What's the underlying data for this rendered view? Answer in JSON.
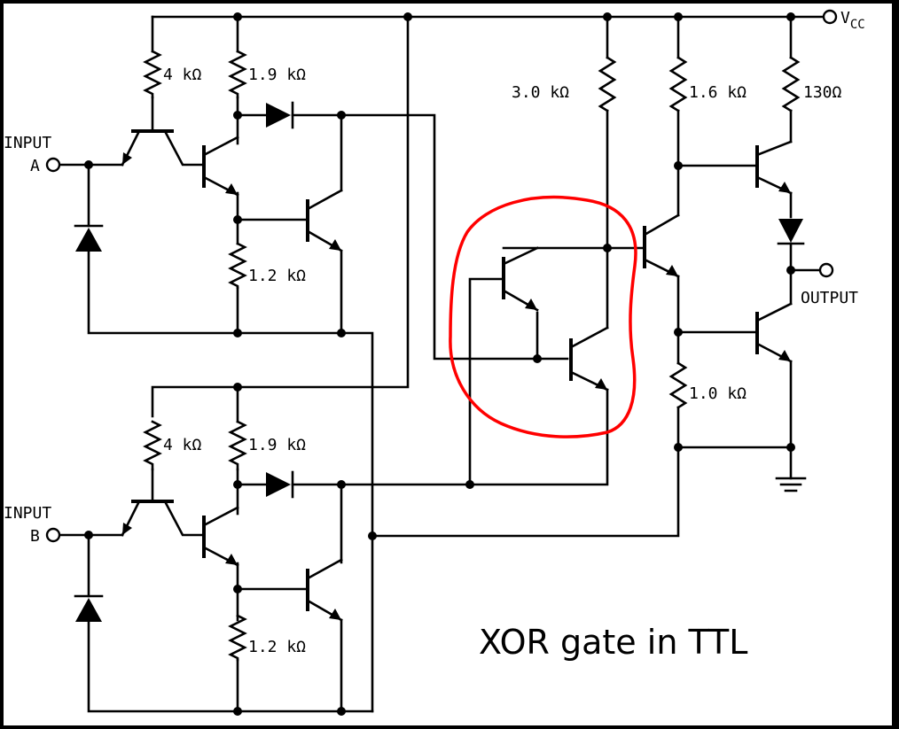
{
  "title": "XOR gate in TTL",
  "labels": {
    "vcc": "V",
    "vcc_sub": "CC",
    "input_a_1": "INPUT",
    "input_a_2": "A",
    "input_b_1": "INPUT",
    "input_b_2": "B",
    "output": "OUTPUT"
  },
  "resistors": {
    "a_4k": "4 kΩ",
    "a_1_9k": "1.9 kΩ",
    "a_1_2k": "1.2 kΩ",
    "b_4k": "4 kΩ",
    "b_1_9k": "1.9 kΩ",
    "b_1_2k": "1.2 kΩ",
    "r_3_0k": "3.0 kΩ",
    "r_1_6k": "1.6 kΩ",
    "r_130": "130Ω",
    "r_1_0k": "1.0 kΩ"
  },
  "colors": {
    "background": "#ffffff",
    "frame": "#000000",
    "wire": "#000000",
    "highlight": "#ff0000"
  }
}
